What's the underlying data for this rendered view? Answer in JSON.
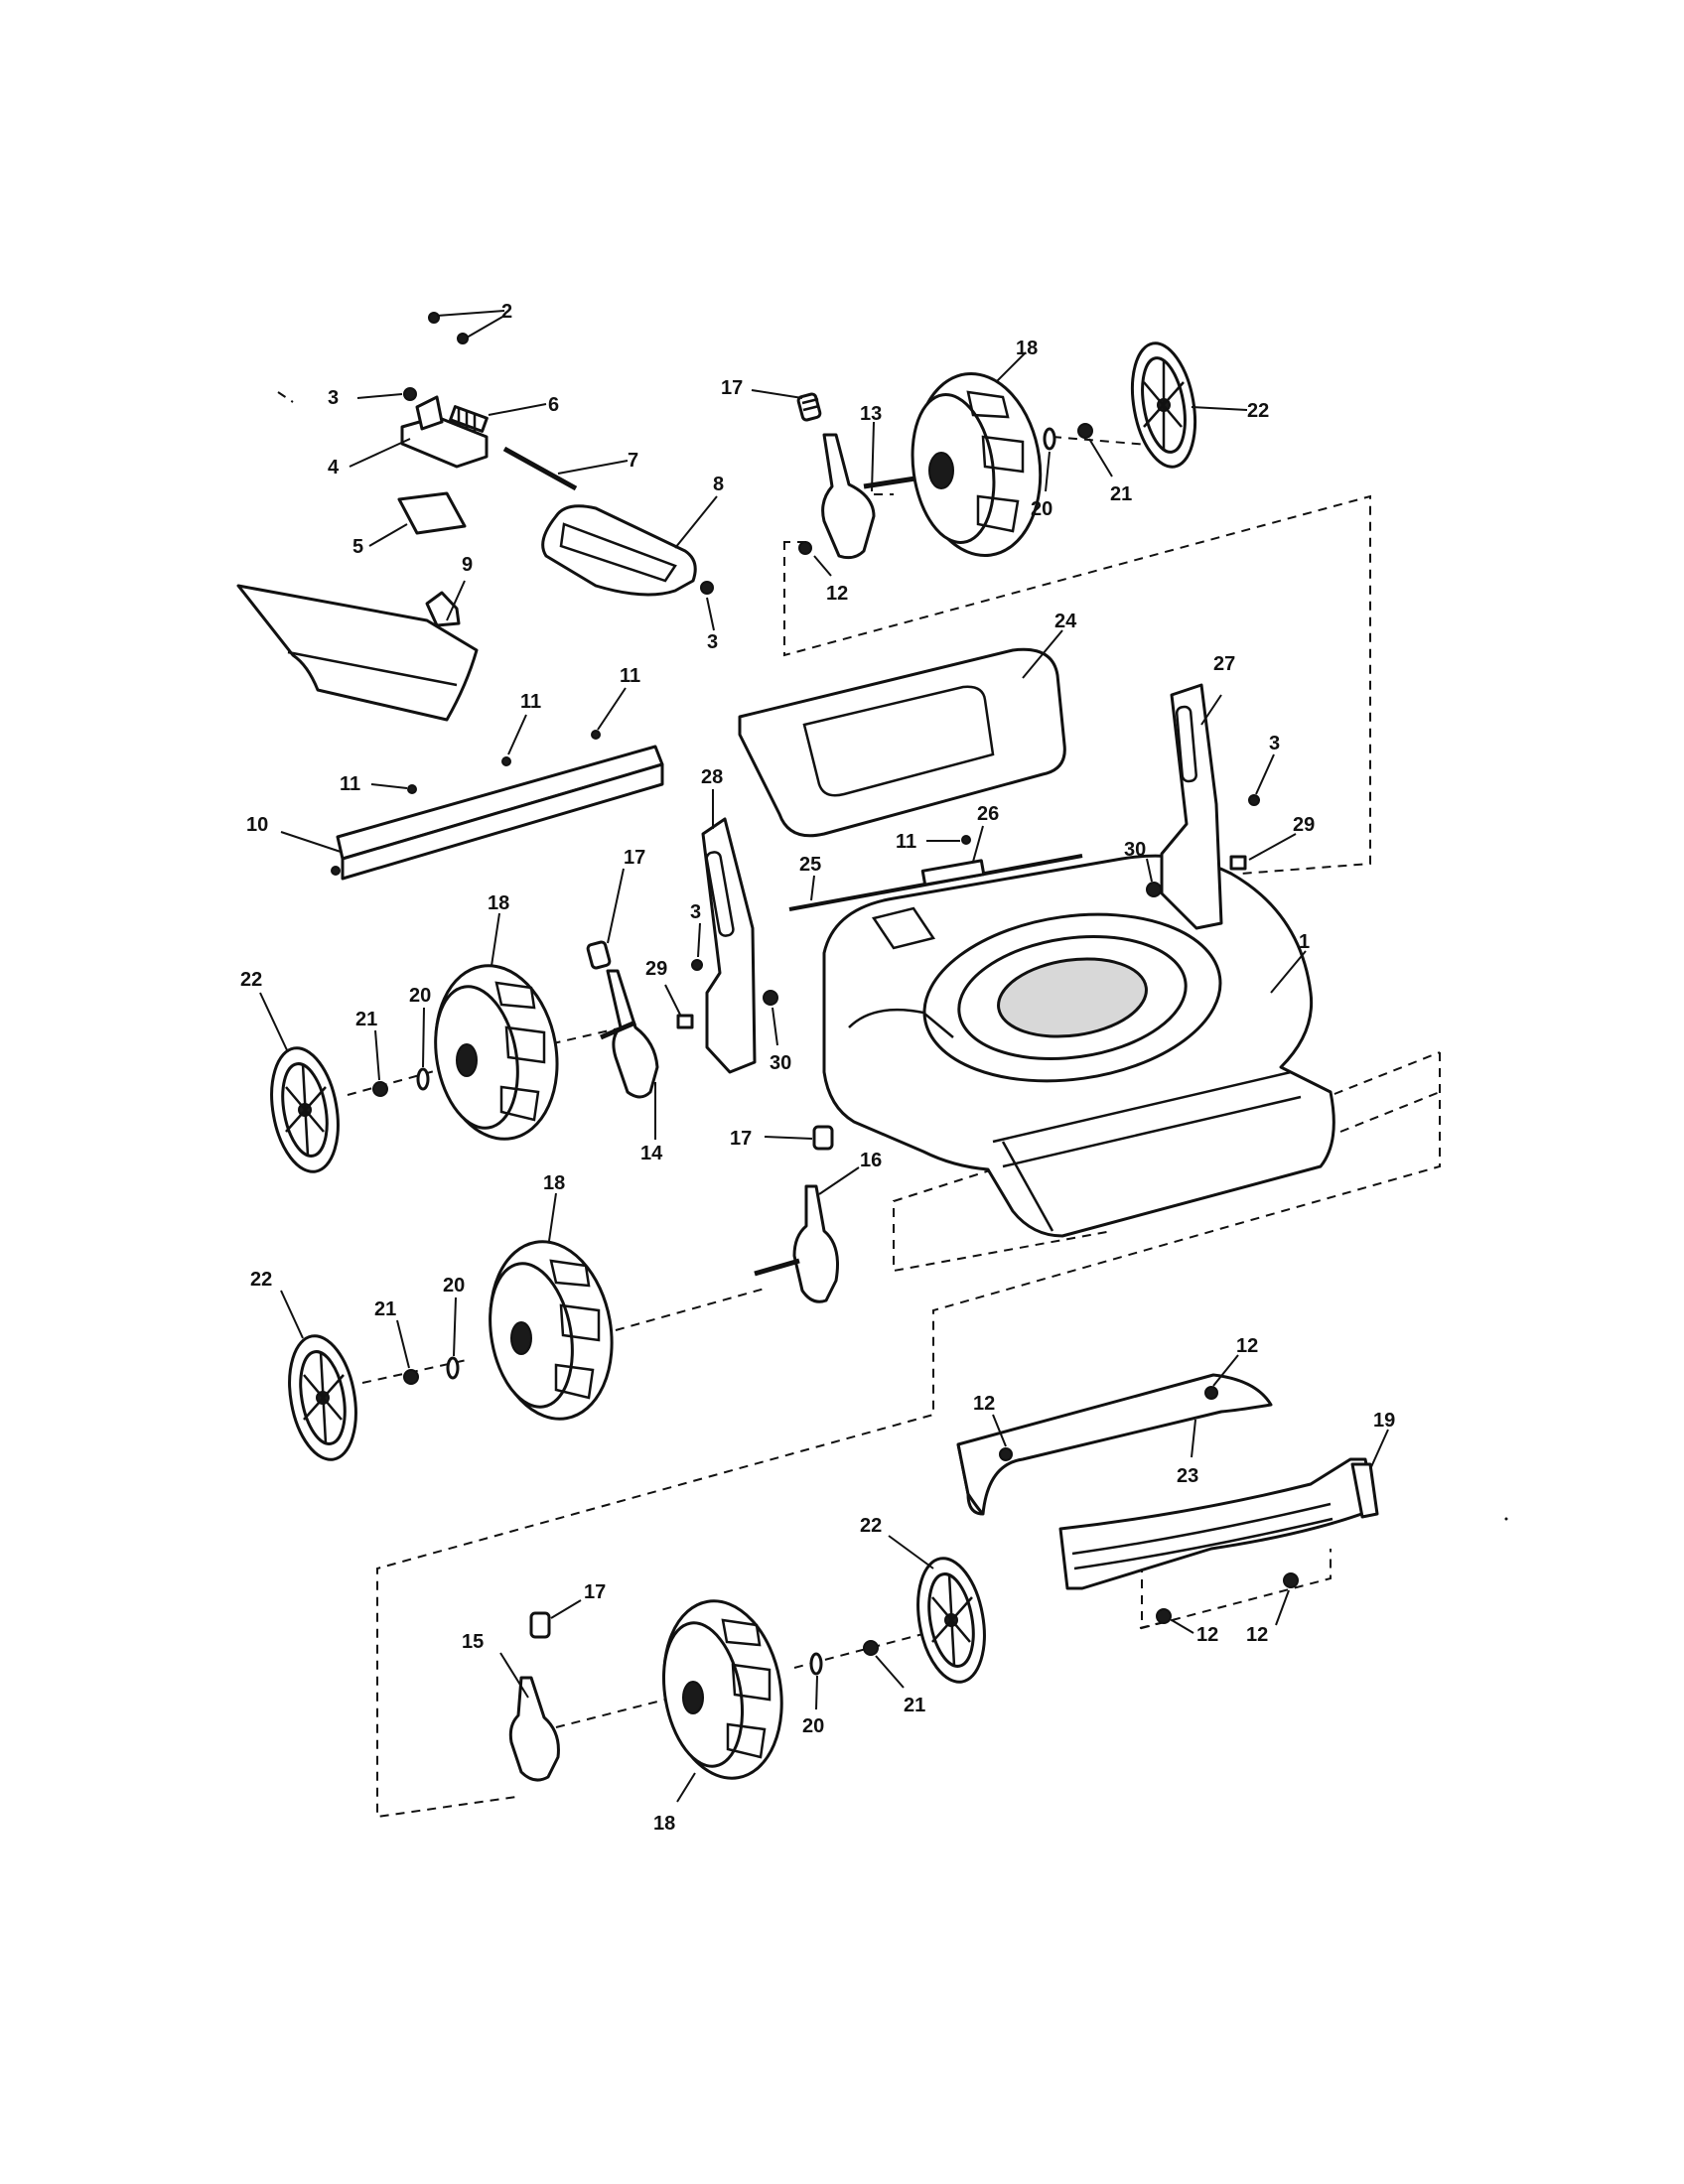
{
  "callouts": {
    "c1": "1",
    "c2": "2",
    "c3a": "3",
    "c3b": "3",
    "c3c": "3",
    "c3d": "3",
    "c4": "4",
    "c5": "5",
    "c6": "6",
    "c7": "7",
    "c8": "8",
    "c9": "9",
    "c10": "10",
    "c11a": "11",
    "c11b": "11",
    "c11c": "11",
    "c11d": "11",
    "c12a": "12",
    "c12b": "12",
    "c12c": "12",
    "c12d": "12",
    "c12e": "12",
    "c13": "13",
    "c14": "14",
    "c15": "15",
    "c16": "16",
    "c17a": "17",
    "c17b": "17",
    "c17c": "17",
    "c17d": "17",
    "c18a": "18",
    "c18b": "18",
    "c18c": "18",
    "c18d": "18",
    "c19": "19",
    "c20a": "20",
    "c20b": "20",
    "c20c": "20",
    "c20d": "20",
    "c21a": "21",
    "c21b": "21",
    "c21c": "21",
    "c21d": "21",
    "c22a": "22",
    "c22b": "22",
    "c22c": "22",
    "c22d": "22",
    "c23": "23",
    "c24": "24",
    "c25": "25",
    "c26": "26",
    "c27": "27",
    "c28": "28",
    "c29a": "29",
    "c29b": "29",
    "c30a": "30",
    "c30b": "30"
  }
}
